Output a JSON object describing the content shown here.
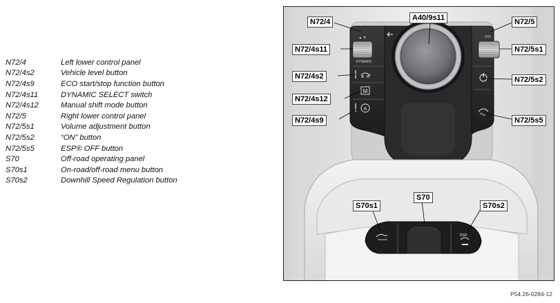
{
  "legend": [
    {
      "code": "N72/4",
      "desc": "Left lower control panel"
    },
    {
      "code": "N72/4s2",
      "desc": "Vehicle level button"
    },
    {
      "code": "N72/4s9",
      "desc": "ECO start/stop function button"
    },
    {
      "code": "N72/4s11",
      "desc": "DYNAMIC SELECT switch"
    },
    {
      "code": "N72/4s12",
      "desc": "Manual shift mode button"
    },
    {
      "code": "N72/5",
      "desc": "Right lower control panel"
    },
    {
      "code": "N72/5s1",
      "desc": "Volume adjustment button"
    },
    {
      "code": "N72/5s2",
      "desc": "“ON” button"
    },
    {
      "code": "N72/5s5",
      "desc": "ESP® OFF button"
    },
    {
      "code": "S70",
      "desc": "Off-road operating panel"
    },
    {
      "code": "S70s1",
      "desc": "On-road/off-road menu button"
    },
    {
      "code": "S70s2",
      "desc": "Downhill Speed Regulation button"
    }
  ],
  "callouts": {
    "n72_4": "N72/4",
    "a40_9s11": "A40/9s11",
    "n72_5": "N72/5",
    "n72_4s11": "N72/4s11",
    "n72_5s1": "N72/5s1",
    "n72_4s2": "N72/4s2",
    "n72_5s2": "N72/5s2",
    "n72_4s12": "N72/4s12",
    "n72_4s9": "N72/4s9",
    "n72_5s5": "N72/5s5",
    "s70s1": "S70s1",
    "s70": "S70",
    "s70s2": "S70s2"
  },
  "panel_text": {
    "dynamic": "DYNAMIC",
    "vol": "VOL",
    "dsr": "DSR",
    "manual": "M",
    "eco": "A"
  },
  "reference": "P54.26-0284-12"
}
